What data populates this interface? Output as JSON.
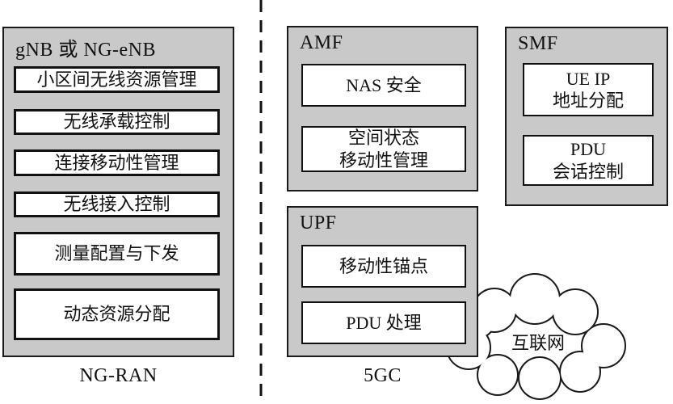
{
  "ng_ran": {
    "title": "gNB 或 NG-eNB",
    "region_label": "NG-RAN",
    "functions": [
      "小区间无线资源管理",
      "无线承载控制",
      "连接移动性管理",
      "无线接入控制",
      "测量配置与下发",
      "动态资源分配"
    ]
  },
  "core": {
    "region_label": "5GC",
    "amf": {
      "title": "AMF",
      "functions": [
        "NAS 安全",
        "空间状态\n移动性管理"
      ]
    },
    "upf": {
      "title": "UPF",
      "functions": [
        "移动性锚点",
        "PDU 处理"
      ]
    },
    "smf": {
      "title": "SMF",
      "functions": [
        "UE IP\n地址分配",
        "PDU\n会话控制"
      ]
    }
  },
  "internet": {
    "label": "互联网"
  },
  "colors": {
    "panel_fill": "#c9c9c9",
    "function_fill": "#ffffff",
    "border": "#1a1a1a",
    "background": "#ffffff"
  }
}
